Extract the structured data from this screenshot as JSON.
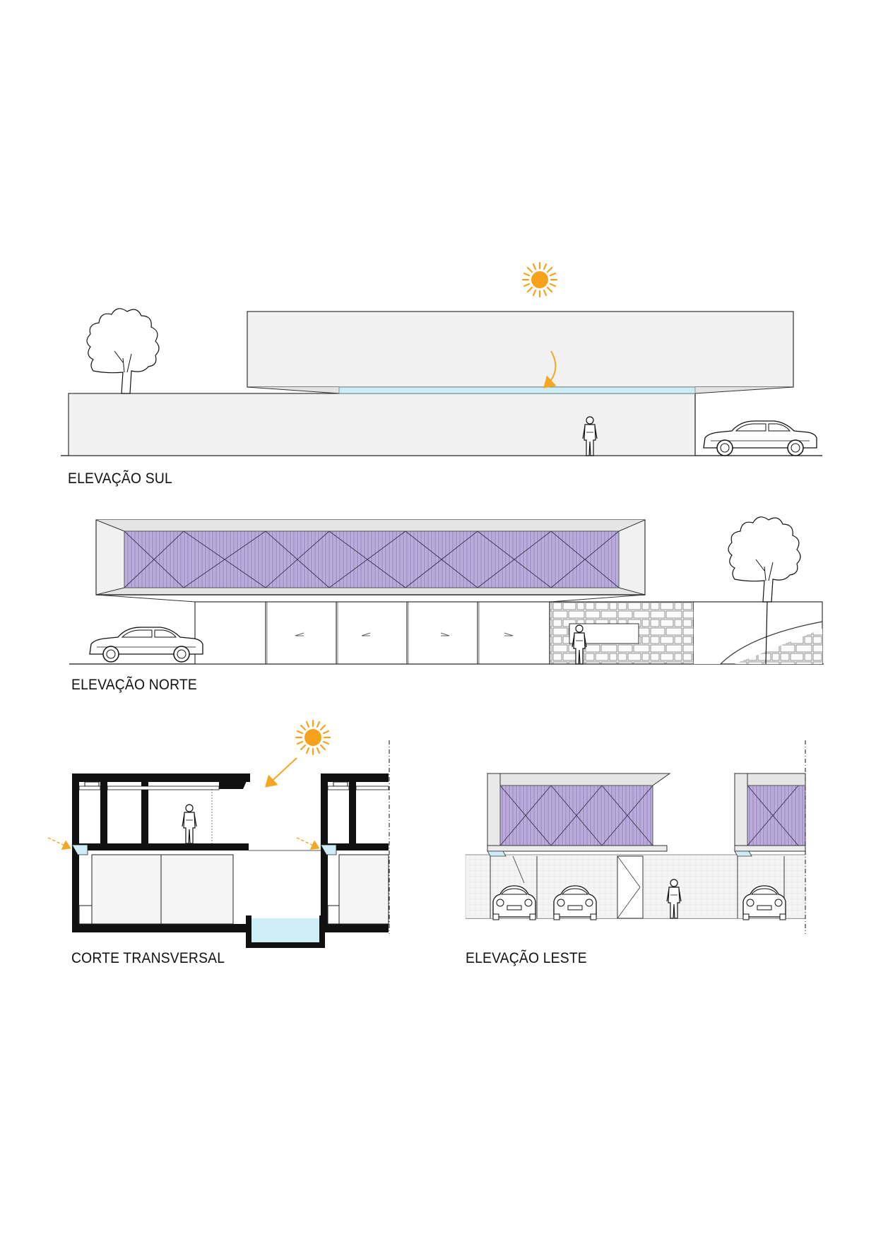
{
  "sheet": {
    "colors": {
      "line": "#222222",
      "facade": "#f1f1f1",
      "glass": "#cde9f4",
      "louver": "#b7a6d6",
      "louver_line": "#7d6aa6",
      "sun": "#f5a623",
      "pool_water": "#cfeff7"
    }
  },
  "drawings": [
    {
      "id": "elevacao-sul",
      "caption": "ELEVAÇÃO SUL",
      "icons": [
        "sun-icon",
        "tree-icon",
        "person-icon",
        "car-icon",
        "sun-path-arrow-icon"
      ]
    },
    {
      "id": "elevacao-norte",
      "caption": "ELEVAÇÃO NORTE",
      "icons": [
        "tree-icon",
        "person-icon",
        "car-icon",
        "stone-wall"
      ]
    },
    {
      "id": "corte-transversal",
      "caption": "CORTE TRANSVERSAL",
      "icons": [
        "sun-icon",
        "sun-ray-arrow-icon",
        "person-icon",
        "pool"
      ]
    },
    {
      "id": "elevacao-leste",
      "caption": "ELEVAÇÃO LESTE",
      "icons": [
        "car-icon",
        "person-icon"
      ]
    }
  ]
}
